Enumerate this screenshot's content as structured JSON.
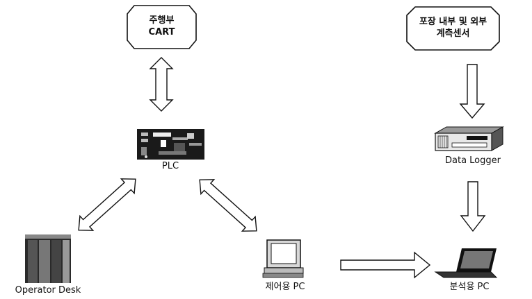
{
  "nodes": {
    "cart": {
      "line1": "주행부",
      "line2": "CART"
    },
    "sensor": {
      "line1": "포장 내부 및 외부",
      "line2": "계측센서"
    },
    "plc": {
      "label": "PLC"
    },
    "data_logger": {
      "label": "Data Logger"
    },
    "operator_desk": {
      "label": "Operator Desk"
    },
    "control_pc": {
      "label": "제어용 PC"
    },
    "analysis_pc": {
      "label": "분석용 PC"
    }
  },
  "connections": [
    {
      "from": "cart",
      "to": "plc",
      "direction": "both"
    },
    {
      "from": "plc",
      "to": "operator_desk",
      "direction": "both"
    },
    {
      "from": "plc",
      "to": "control_pc",
      "direction": "both"
    },
    {
      "from": "sensor",
      "to": "data_logger",
      "direction": "down"
    },
    {
      "from": "data_logger",
      "to": "analysis_pc",
      "direction": "down"
    },
    {
      "from": "control_pc",
      "to": "analysis_pc",
      "direction": "right"
    }
  ]
}
